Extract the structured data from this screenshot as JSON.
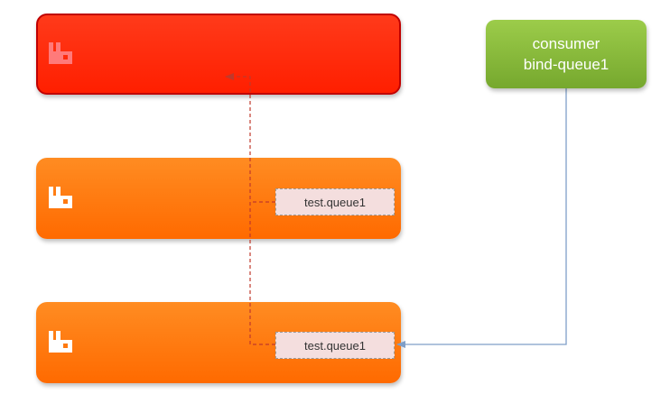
{
  "nodes": [
    {
      "id": "top",
      "color": "#ff2000",
      "logo_color": "#ff7a7a",
      "highlighted": true
    },
    {
      "id": "mid",
      "color": "#ff7a10",
      "logo_color": "#ffffff"
    },
    {
      "id": "bottom",
      "color": "#ff7a10",
      "logo_color": "#ffffff"
    }
  ],
  "queues": {
    "mid": {
      "label": "test.queue1"
    },
    "bottom": {
      "label": "test.queue1"
    }
  },
  "consumer": {
    "line1": "consumer",
    "line2": "bind-queue1",
    "color": "#8dbe3c"
  },
  "edges": [
    {
      "from": "queue-bottom",
      "to": "node-top",
      "style": "dashed",
      "color": "#c0392b"
    },
    {
      "from": "queue-mid",
      "to": "dashed-link",
      "style": "dashed",
      "color": "#c0392b"
    },
    {
      "from": "consumer",
      "to": "queue-bottom",
      "style": "solid",
      "color": "#7f9fc8"
    }
  ]
}
